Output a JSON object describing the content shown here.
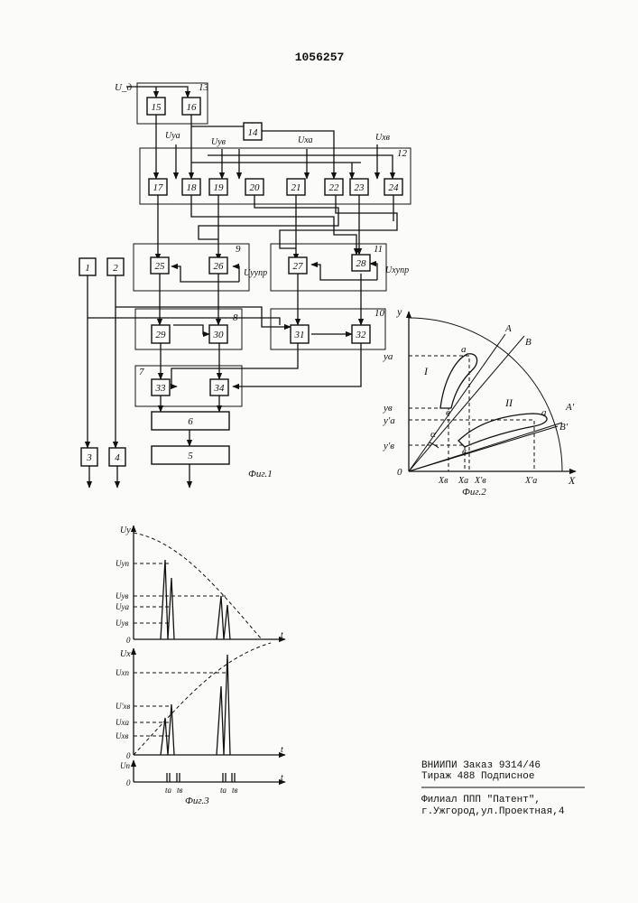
{
  "patent_number": "1056257",
  "fig1": {
    "caption": "Фиг.1",
    "inputs": {
      "u_d": "U_д",
      "u_ya": "Uуа",
      "u_yv": "Uув",
      "u_xa": "Uха",
      "u_xv": "Uхв",
      "u_yupr": "Uуупр",
      "u_xupr": "Uхупр"
    },
    "group_labels": {
      "g13": "13",
      "g12": "12",
      "g9": "9",
      "g11": "11",
      "g8": "8",
      "g10": "10",
      "g7": "7"
    },
    "blocks": [
      "15",
      "16",
      "14",
      "17",
      "18",
      "19",
      "20",
      "21",
      "22",
      "23",
      "24",
      "25",
      "26",
      "27",
      "28",
      "29",
      "30",
      "31",
      "32",
      "33",
      "34",
      "6",
      "5",
      "1",
      "2",
      "3",
      "4"
    ]
  },
  "fig2": {
    "caption": "Фиг.2",
    "axis_x": "X",
    "axis_y": "y",
    "origin": "0",
    "curve_labels": {
      "c1": "I",
      "c2": "II"
    },
    "points": {
      "A": "A",
      "B": "B",
      "A1": "A'",
      "B1": "B'",
      "a1": "a",
      "b1": "в",
      "a2": "a",
      "b2": "в"
    },
    "y_labels": {
      "ya": "yа",
      "yv": "yв",
      "ya2": "y'а",
      "yv2": "y'в"
    },
    "x_labels": {
      "xv": "Xв",
      "xa": "Xа",
      "xv2": "X'в",
      "xa2": "X'а"
    },
    "angle": "α"
  },
  "fig3": {
    "caption": "Фиг.3",
    "top_axis": "Uy",
    "top_levels": {
      "l1": "Uyn",
      "l2": "Uyв",
      "l3": "Uyа",
      "l4": "Uyв"
    },
    "mid_axis": "Ux",
    "mid_levels": {
      "l1": "Uxn",
      "l2": "U'xв",
      "l3": "Uxa",
      "l4": "Uxв"
    },
    "bot_axis": "Uп",
    "t": "t",
    "zero": "0",
    "t_labels": {
      "ta": "tа",
      "tb": "tв",
      "ta2": "tа",
      "tb2": "tв"
    }
  },
  "imprint": {
    "line1": "ВНИИПИ   Заказ 9314/46",
    "line2": "Тираж 488    Подписное",
    "line3": "Филиал ППП \"Патент\",",
    "line4": "г.Ужгород,ул.Проектная,4"
  }
}
